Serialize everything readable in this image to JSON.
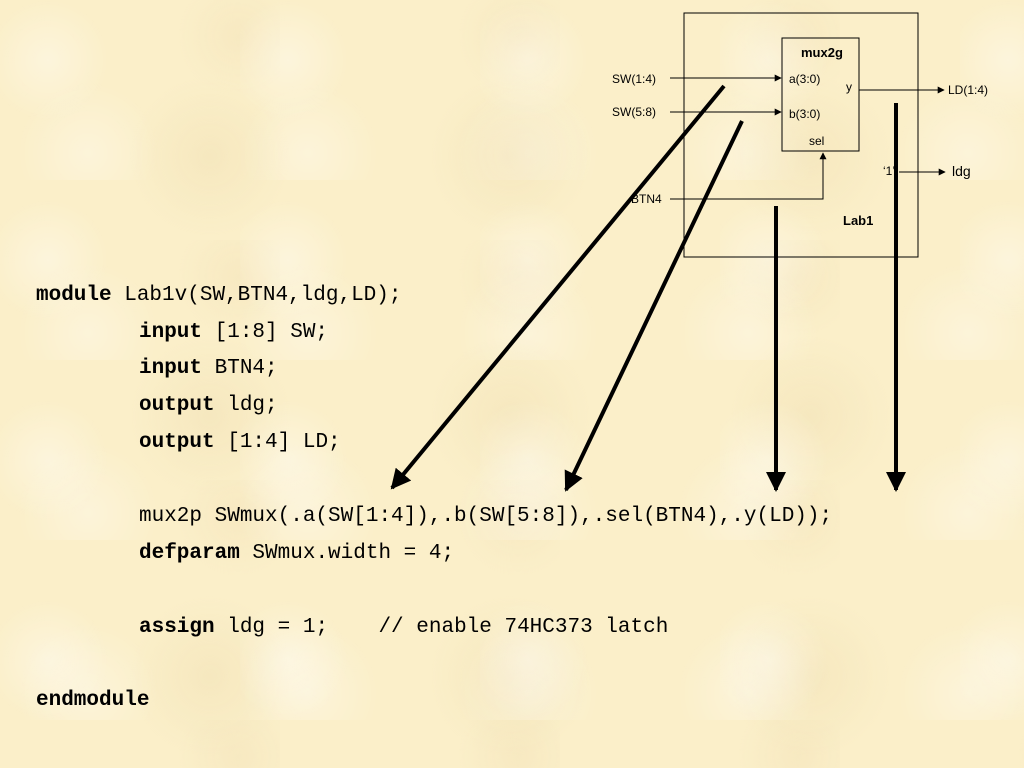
{
  "diagram": {
    "module_name": "mux2g",
    "port_a": "a(3:0)",
    "port_b": "b(3:0)",
    "port_y": "y",
    "port_sel": "sel",
    "in_a": "SW(1:4)",
    "in_b": "SW(5:8)",
    "in_btn": "BTN4",
    "out_ld": "LD(1:4)",
    "const_one": "‘1’",
    "out_ldg": "ldg",
    "top_name": "Lab1"
  },
  "code": {
    "l1_kw": "module",
    "l1_rest": " Lab1v(SW,BTN4,ldg,LD);",
    "l2_kw": "input",
    "l2_rest": " [1:8] SW;",
    "l3_kw": "input",
    "l3_rest": " BTN4;",
    "l4_kw": "output",
    "l4_rest": " ldg;",
    "l5_kw": "output",
    "l5_rest": " [1:4] LD;",
    "l6": "mux2p SWmux(.a(SW[1:4]),.b(SW[5:8]),.sel(BTN4),.y(LD));",
    "l7_kw": "defparam",
    "l7_rest": " SWmux.width = 4;",
    "l8_kw": "assign",
    "l8_rest": " ldg = 1;    // enable 74HC373 latch",
    "l9_kw": "endmodule"
  }
}
